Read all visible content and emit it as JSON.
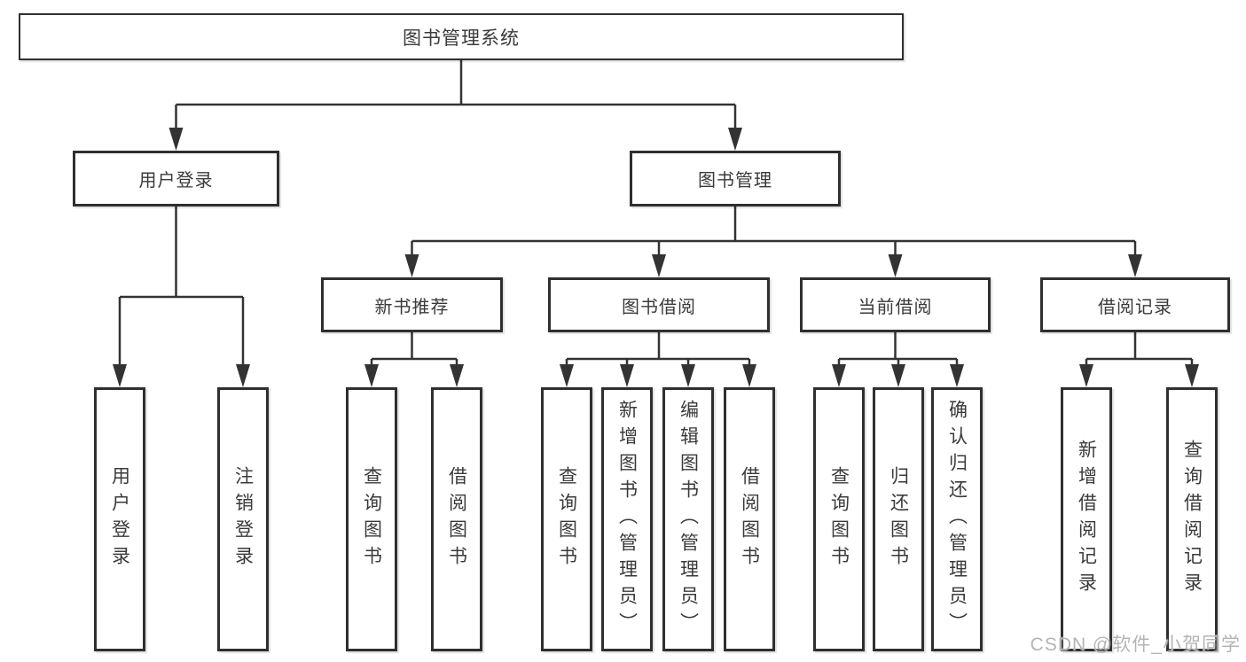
{
  "diagram": {
    "root": {
      "label": "图书管理系统"
    },
    "level2": [
      {
        "label": "用户登录"
      },
      {
        "label": "图书管理"
      }
    ],
    "level3": [
      {
        "label": "新书推荐"
      },
      {
        "label": "图书借阅"
      },
      {
        "label": "当前借阅"
      },
      {
        "label": "借阅记录"
      }
    ],
    "leaves": {
      "user_login": [
        {
          "label": "用户登录"
        },
        {
          "label": "注销登录"
        }
      ],
      "new_books": [
        {
          "label": "查询图书"
        },
        {
          "label": "借阅图书"
        }
      ],
      "book_borrow": [
        {
          "label": "查询图书"
        },
        {
          "label": "新增图书（管理员）"
        },
        {
          "label": "编辑图书（管理员）"
        },
        {
          "label": "借阅图书"
        }
      ],
      "current_borrow": [
        {
          "label": "查询图书"
        },
        {
          "label": "归还图书"
        },
        {
          "label": "确认归还（管理员）"
        }
      ],
      "borrow_records": [
        {
          "label": "新增借阅记录"
        },
        {
          "label": "查询借阅记录"
        }
      ]
    },
    "colors": {
      "line": "#333333",
      "box_border": "#2f2f2f",
      "text": "#3a3a3a",
      "background": "#ffffff",
      "watermark": "#b4b4b4"
    }
  },
  "watermark": {
    "text": "CSDN @软件_小贺同学"
  }
}
